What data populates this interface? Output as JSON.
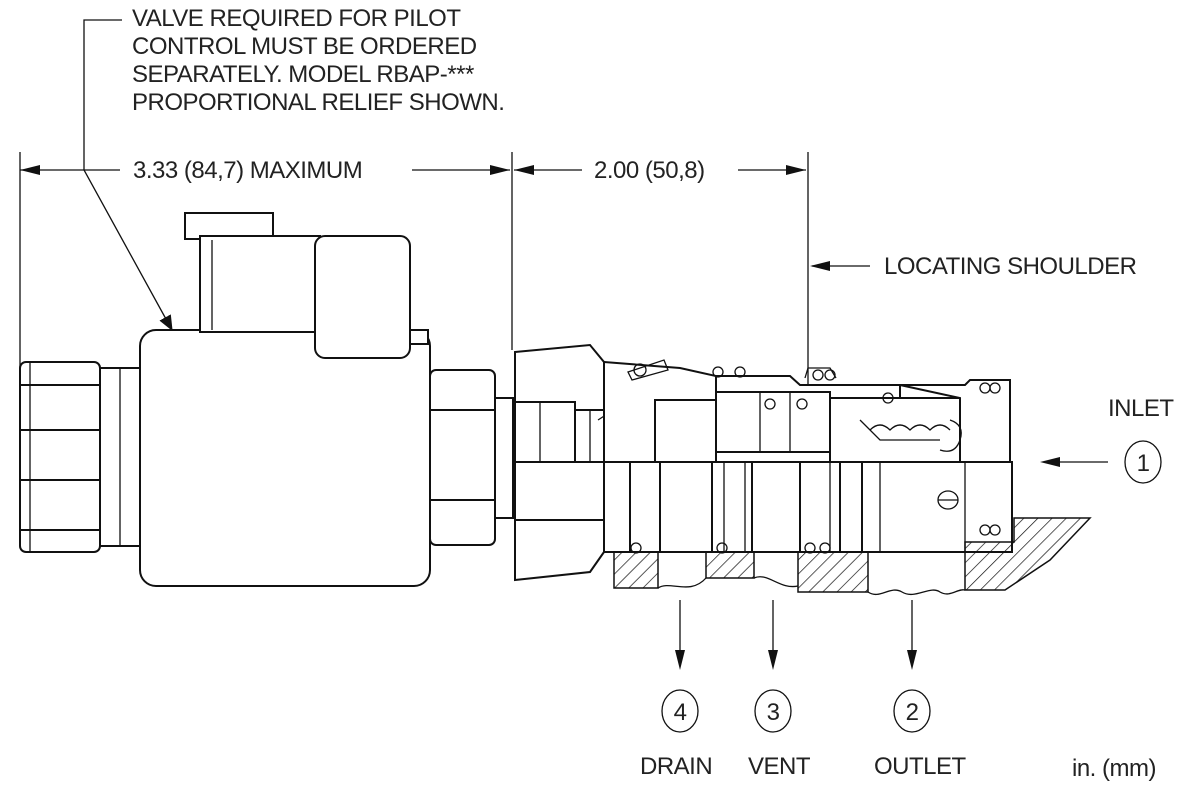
{
  "note": {
    "line1": "VALVE REQUIRED FOR PILOT",
    "line2": "CONTROL MUST BE ORDERED",
    "line3": "SEPARATELY.  MODEL RBAP-***",
    "line4": "PROPORTIONAL RELIEF SHOWN."
  },
  "dimensions": {
    "overall": "3.33 (84,7) MAXIMUM",
    "cartridge": "2.00 (50,8)"
  },
  "labels": {
    "locating_shoulder": "LOCATING SHOULDER",
    "units": "in. (mm)"
  },
  "ports": [
    {
      "number": "1",
      "name": "INLET"
    },
    {
      "number": "2",
      "name": "OUTLET"
    },
    {
      "number": "3",
      "name": "VENT"
    },
    {
      "number": "4",
      "name": "DRAIN"
    }
  ]
}
